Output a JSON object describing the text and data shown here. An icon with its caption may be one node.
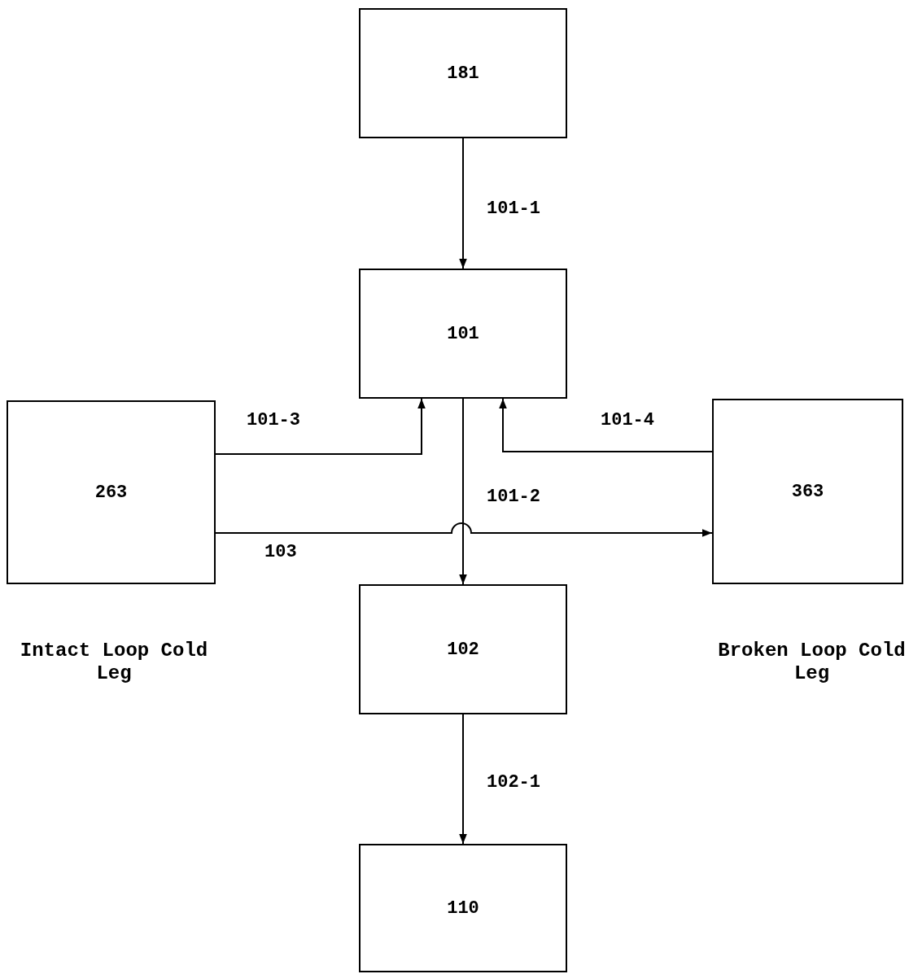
{
  "diagram": {
    "nodes": [
      {
        "text": [
          "181"
        ]
      },
      {
        "text": [
          "101"
        ]
      },
      {
        "text": [
          "263"
        ],
        "beside": [
          "Intact Loop Cold Leg"
        ]
      },
      {
        "text": [
          "363"
        ],
        "beside": [
          "Broken Loop Cold Leg"
        ]
      },
      {
        "text": [
          "102"
        ]
      },
      {
        "text": [
          "110"
        ]
      }
    ],
    "edges": [
      {
        "from": 0,
        "to": 1,
        "arrow": "to",
        "label": "101-1"
      },
      {
        "from": 2,
        "to": 1,
        "arrow": "to",
        "label": "101-3"
      },
      {
        "from": 3,
        "to": 1,
        "arrow": "to",
        "label": "101-4"
      },
      {
        "from": 1,
        "to": 4,
        "arrow": "to",
        "label": "101-2"
      },
      {
        "from": 2,
        "to": 3,
        "arrow": "to",
        "label": "103"
      },
      {
        "from": 4,
        "to": 5,
        "arrow": "to",
        "label": "102-1"
      }
    ]
  }
}
